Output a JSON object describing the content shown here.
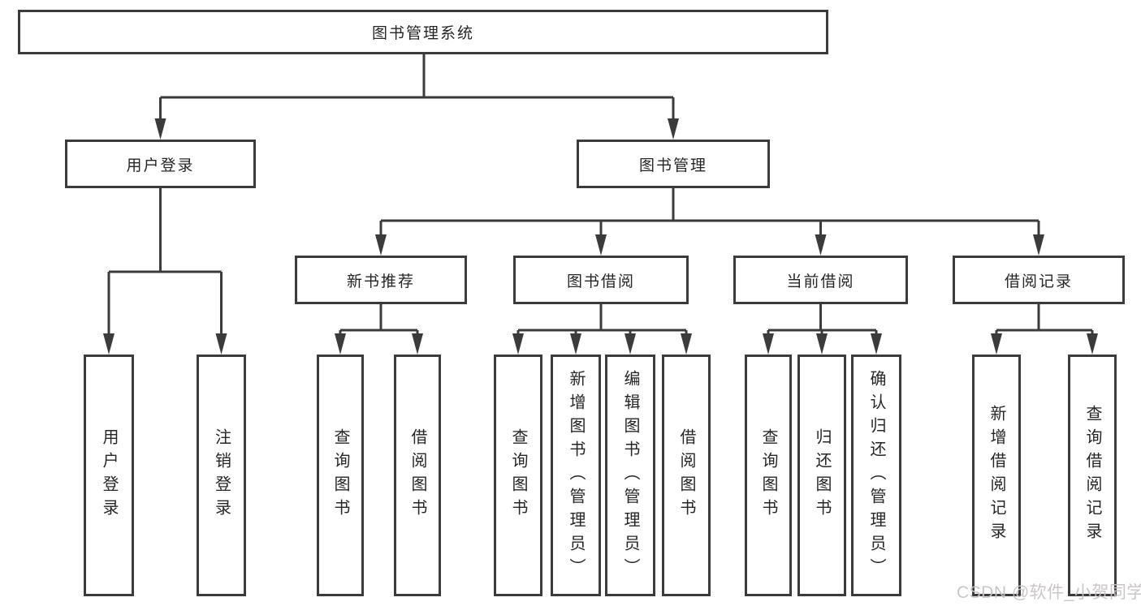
{
  "colors": {
    "background": "#ffffff",
    "line": "#3b3b3b",
    "box_border": "#3b3b3b",
    "text": "#262626",
    "watermark": "#c7c3c3"
  },
  "diagram": {
    "root": {
      "label": "图书管理系统"
    },
    "branches": {
      "user_login": {
        "label": "用户登录",
        "children": {
          "login": {
            "label": "用户登录"
          },
          "logout": {
            "label": "注销登录"
          }
        }
      },
      "book_management": {
        "label": "图书管理",
        "children": {
          "new_book_recommend": {
            "label": "新书推荐",
            "children": {
              "query_books": {
                "label": "查询图书"
              },
              "borrow_books": {
                "label": "借阅图书"
              }
            }
          },
          "book_borrowing": {
            "label": "图书借阅",
            "children": {
              "query_books": {
                "label": "查询图书"
              },
              "add_books_admin": {
                "label": "新增图书（管理员）"
              },
              "edit_books_admin": {
                "label": "编辑图书（管理员）"
              },
              "borrow_books": {
                "label": "借阅图书"
              }
            }
          },
          "current_borrowing": {
            "label": "当前借阅",
            "children": {
              "query_books": {
                "label": "查询图书"
              },
              "return_books": {
                "label": "归还图书"
              },
              "confirm_return_admin": {
                "label": "确认归还（管理员）"
              }
            }
          },
          "borrowing_records": {
            "label": "借阅记录",
            "children": {
              "add_borrow_record": {
                "label": "新增借阅记录"
              },
              "query_borrow_record": {
                "label": "查询借阅记录"
              }
            }
          }
        }
      }
    }
  },
  "watermark": {
    "text": "CSDN @软件_小贺同学"
  }
}
